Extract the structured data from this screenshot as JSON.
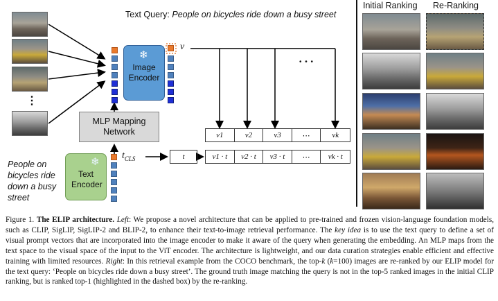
{
  "text_query": {
    "label": "Text Query: ",
    "text": "People on bicycles ride down a busy street"
  },
  "query_side_text": "People on bicycles ride down a busy street",
  "image_encoder_label": "Image Encoder",
  "text_encoder_label": "Text Encoder",
  "mlp_label": "MLP Mapping Network",
  "frozen_icon": "snowflake-icon",
  "v_label": "v",
  "t_cls_label": "t",
  "t_cls_sub": "CLS",
  "t_label": "t",
  "ellipsis": "• • •",
  "input_dots": "⋮",
  "v_row": [
    "v1",
    "v2",
    "v3",
    "⋯",
    "vk"
  ],
  "vt_row": [
    "v1 · t",
    "v2 · t",
    "v3 · t",
    "⋯",
    "vk · t"
  ],
  "ranking_headers": {
    "initial": "Initial Ranking",
    "rerank": "Re-Ranking"
  },
  "caption": {
    "fig_label": "Figure 1.",
    "title": "The ELIP architecture.",
    "left_label": "Left",
    "text_1": ": We propose a novel architecture that can be applied to pre-trained and frozen vision-language foundation models, such as CLIP, SigLIP, SigLIP-2 and BLIP-2, to enhance their text-to-image retrieval performance. The ",
    "key_idea": "key idea",
    "text_2": " is to use the text query to define a set of visual prompt vectors that are incorporated into the image encoder to make it aware of the query when generating the embedding. An MLP maps from the text space to the visual space of the input to the ViT encoder. The architecture is lightweight, and our data curation strategies enable efficient and effective training with limited resources. ",
    "right_label": "Right",
    "text_3": ": In this retrieval example from the COCO benchmark, the top-",
    "k_var": "k",
    "text_4": " (",
    "k_eq": "k",
    "text_5": "=100) images are re-ranked by our ELIP model for the text query: ‘People on bicycles ride down a busy street’. The ground truth image matching the query is not in the top-5 ranked images in the initial CLIP ranking, but is ranked top-1 (highlighted in the dashed box) by the re-ranking."
  },
  "colors": {
    "image_encoder": "#5b9bd5",
    "text_encoder": "#a9d18e",
    "mlp": "#d9d9d9",
    "token_blue": "#4f81bd",
    "token_orange": "#ea7a2c",
    "token_navy": "#1f2fd6"
  }
}
